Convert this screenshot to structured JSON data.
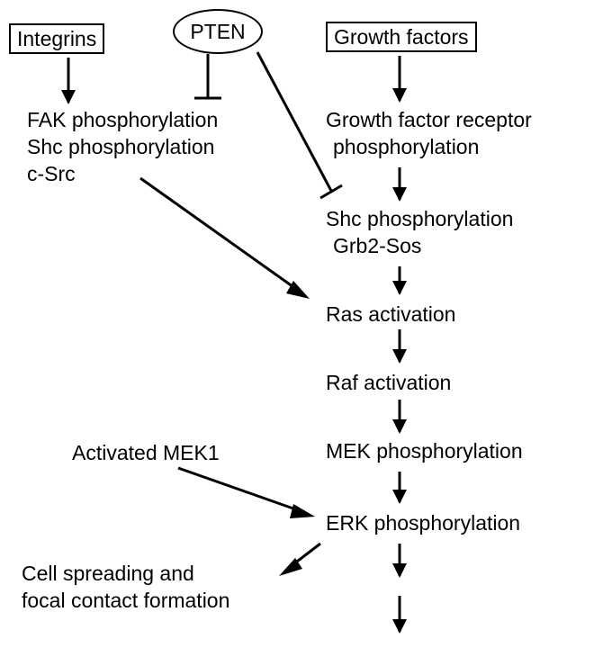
{
  "nodes": {
    "integrins": "Integrins",
    "pten": "PTEN",
    "growth_factors": "Growth factors",
    "fak_block": [
      "FAK phosphorylation",
      "Shc phosphorylation",
      "c-Src"
    ],
    "gfr_block": [
      "Growth factor receptor",
      "phosphorylation"
    ],
    "shc_block": [
      "Shc phosphorylation",
      "Grb2-Sos"
    ],
    "ras": "Ras activation",
    "raf": "Raf activation",
    "mek": "MEK phosphorylation",
    "activated_mek1": "Activated MEK1",
    "erk": "ERK phosphorylation",
    "cell_spreading": [
      "Cell spreading and",
      "focal contact formation"
    ]
  },
  "colors": {
    "ink": "#000000",
    "background": "#ffffff"
  }
}
